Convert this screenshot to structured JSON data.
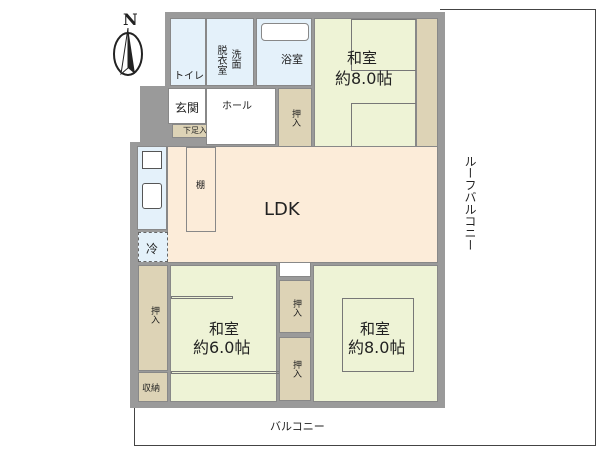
{
  "compass": {
    "label": "N"
  },
  "rooms": {
    "toilet": "トイレ",
    "washroom_a": "脱衣室",
    "washroom_b": "洗面",
    "bath": "浴室",
    "entrance": "玄関",
    "hall": "ホール",
    "shoe": "下足入",
    "washitsu_top": {
      "name": "和室",
      "size": "約8.0帖"
    },
    "closet_top": "押入",
    "ldk": "LDK",
    "shelf": "棚",
    "fridge": "冷",
    "closet_left": "押入",
    "storage": "収納",
    "washitsu_left": {
      "name": "和室",
      "size": "約6.0帖"
    },
    "closet_mid1": "押入",
    "closet_mid2": "押入",
    "washitsu_right": {
      "name": "和室",
      "size": "約8.0帖"
    }
  },
  "balcony": "バルコニー",
  "roof_balcony": "ルーフバルコニー"
}
